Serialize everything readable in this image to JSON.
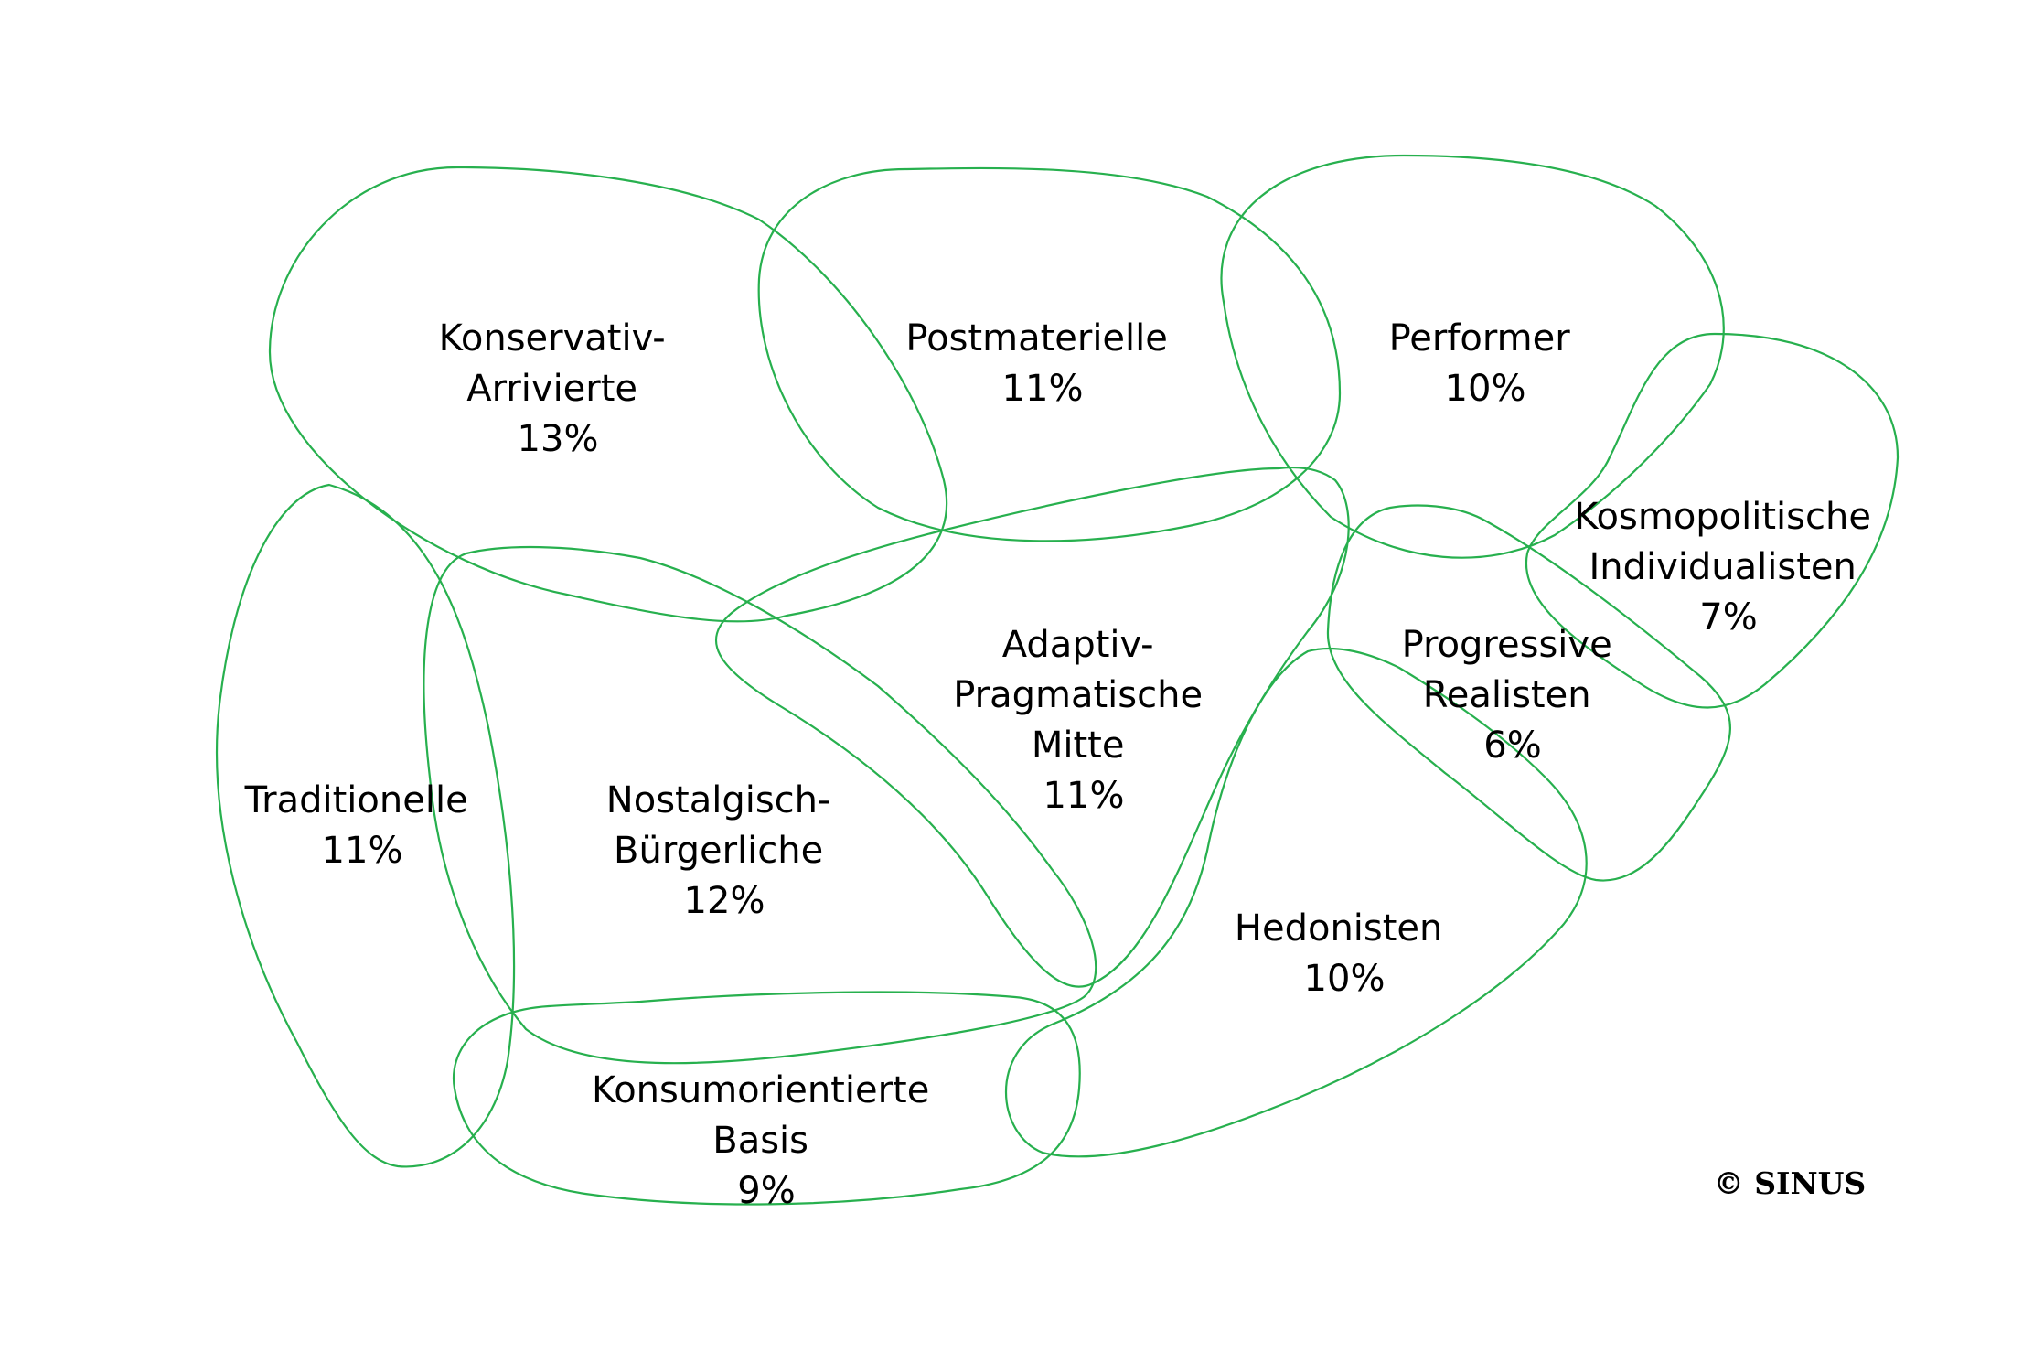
{
  "colors": {
    "outline": "#27b04e",
    "text": "#000000",
    "background": "#ffffff"
  },
  "milieus": [
    {
      "id": "konservativ-arrivierte",
      "lines": [
        "Konservativ-",
        "Arrivierte"
      ],
      "share": "13%"
    },
    {
      "id": "postmaterielle",
      "lines": [
        "Postmaterielle"
      ],
      "share": "11%"
    },
    {
      "id": "performer",
      "lines": [
        "Performer"
      ],
      "share": "10%"
    },
    {
      "id": "kosmopolitische-individualisten",
      "lines": [
        "Kosmopolitische",
        "Individualisten"
      ],
      "share": "7%"
    },
    {
      "id": "progressive-realisten",
      "lines": [
        "Progressive",
        "Realisten"
      ],
      "share": "6%"
    },
    {
      "id": "adaptiv-pragmatische-mitte",
      "lines": [
        "Adaptiv-",
        "Pragmatische",
        "Mitte"
      ],
      "share": "11%"
    },
    {
      "id": "traditionelle",
      "lines": [
        "Traditionelle"
      ],
      "share": "11%"
    },
    {
      "id": "nostalgisch-buergerliche",
      "lines": [
        "Nostalgisch-",
        "Bürgerliche"
      ],
      "share": "12%"
    },
    {
      "id": "hedonisten",
      "lines": [
        "Hedonisten"
      ],
      "share": "10%"
    },
    {
      "id": "konsumorientierte-basis",
      "lines": [
        "Konsumorientierte",
        "Basis"
      ],
      "share": "9%"
    }
  ],
  "copyright": "© SINUS"
}
